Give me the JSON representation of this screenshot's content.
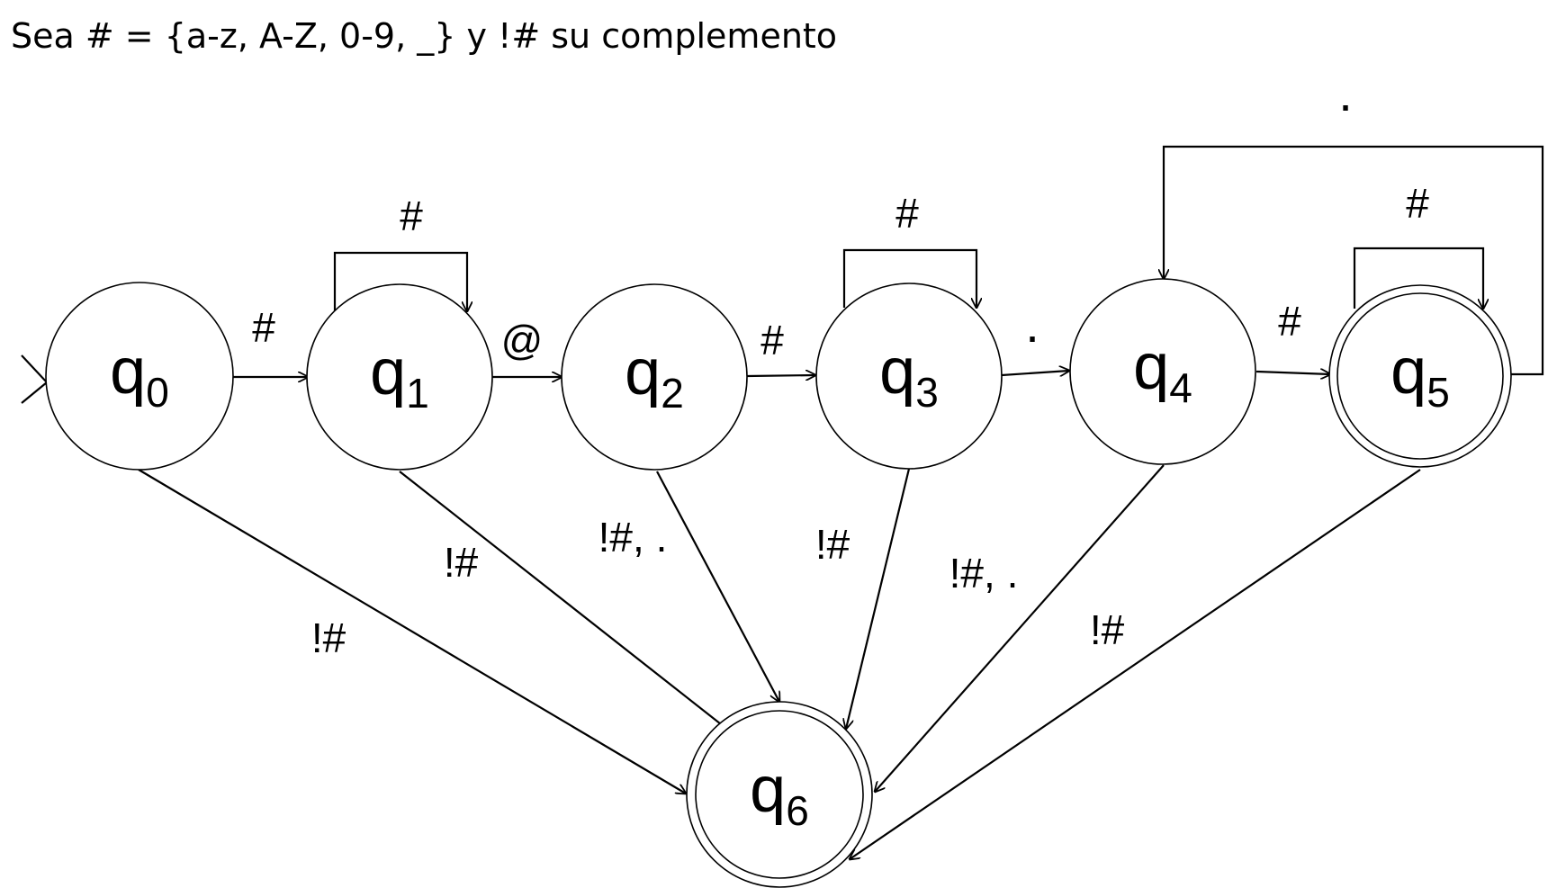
{
  "heading": "Sea # = {a-z, A-Z, 0-9, _} y !# su complemento",
  "states": [
    {
      "id": "q0",
      "base": "q",
      "sub": "0",
      "accepting": false,
      "initial": true
    },
    {
      "id": "q1",
      "base": "q",
      "sub": "1",
      "accepting": false,
      "initial": false
    },
    {
      "id": "q2",
      "base": "q",
      "sub": "2",
      "accepting": false,
      "initial": false
    },
    {
      "id": "q3",
      "base": "q",
      "sub": "3",
      "accepting": false,
      "initial": false
    },
    {
      "id": "q4",
      "base": "q",
      "sub": "4",
      "accepting": false,
      "initial": false
    },
    {
      "id": "q5",
      "base": "q",
      "sub": "5",
      "accepting": true,
      "initial": false
    },
    {
      "id": "q6",
      "base": "q",
      "sub": "6",
      "accepting": true,
      "initial": false
    }
  ],
  "transitions": [
    {
      "from": "q0",
      "to": "q1",
      "label": "#"
    },
    {
      "from": "q1",
      "to": "q1",
      "label": "#"
    },
    {
      "from": "q1",
      "to": "q2",
      "label": "@"
    },
    {
      "from": "q2",
      "to": "q3",
      "label": "#"
    },
    {
      "from": "q3",
      "to": "q3",
      "label": "#"
    },
    {
      "from": "q3",
      "to": "q4",
      "label": "."
    },
    {
      "from": "q4",
      "to": "q5",
      "label": "#"
    },
    {
      "from": "q5",
      "to": "q5",
      "label": "#"
    },
    {
      "from": "q5",
      "to": "q4",
      "label": "."
    },
    {
      "from": "q0",
      "to": "q6",
      "label": "!#"
    },
    {
      "from": "q1",
      "to": "q6",
      "label": "!#"
    },
    {
      "from": "q2",
      "to": "q6",
      "label": "!#, ."
    },
    {
      "from": "q3",
      "to": "q6",
      "label": "!#"
    },
    {
      "from": "q4",
      "to": "q6",
      "label": "!#, ."
    },
    {
      "from": "q5",
      "to": "q6",
      "label": "!#"
    }
  ]
}
